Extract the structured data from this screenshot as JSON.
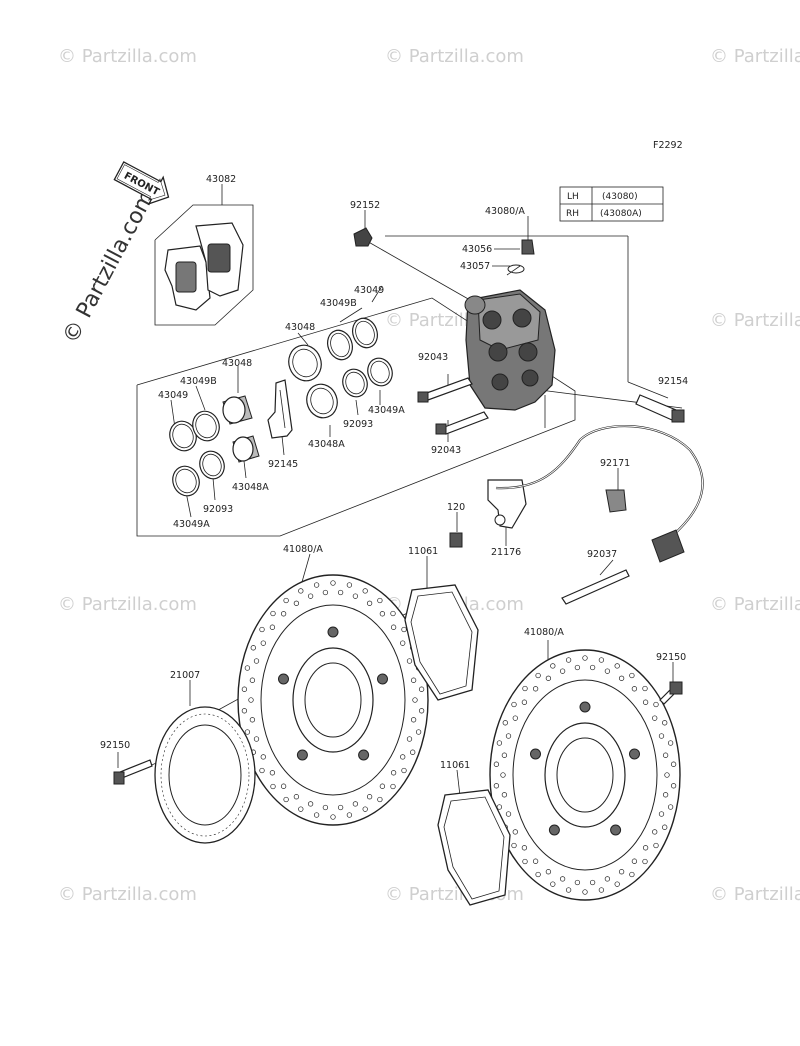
{
  "diagram_code": "F2292",
  "watermark": "© Partzilla.com",
  "front_arrow": "FRONT",
  "side_table": {
    "rows": [
      {
        "side": "LH",
        "part": "(43080)"
      },
      {
        "side": "RH",
        "part": "(43080A)"
      }
    ]
  },
  "labels": {
    "p43082": "43082",
    "p92152": "92152",
    "p43080a": "43080/A",
    "p43056": "43056",
    "p43057": "43057",
    "p43049_a": "43049",
    "p43049b_a": "43049B",
    "p43048_a": "43048",
    "p43048_b": "43048",
    "p43049b_b": "43049B",
    "p43049_b": "43049",
    "p92043_a": "92043",
    "p92043_b": "92043",
    "p92154": "92154",
    "p92093_a": "92093",
    "p43049a_a": "43049A",
    "p43048a_a": "43048A",
    "p92145": "92145",
    "p43048a_b": "43048A",
    "p92093_b": "92093",
    "p43049a_b": "43049A",
    "p92171": "92171",
    "p120": "120",
    "p21176": "21176",
    "p41080a_a": "41080/A",
    "p11061_a": "11061",
    "p92037": "92037",
    "p41080a_b": "41080/A",
    "p92150_a": "92150",
    "p21007": "21007",
    "p92150_b": "92150",
    "p11061_b": "11061"
  }
}
